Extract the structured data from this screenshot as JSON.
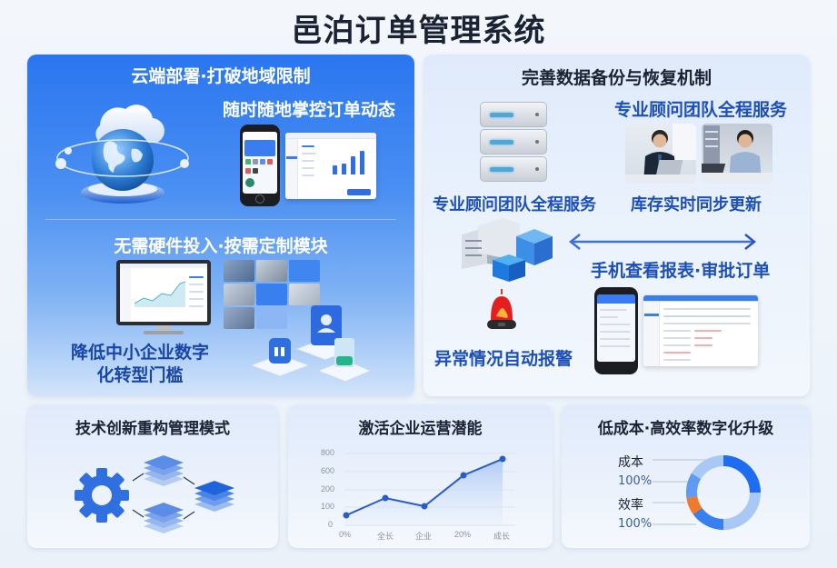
{
  "page": {
    "title": "邑泊订单管理系统"
  },
  "panel_cloud": {
    "heading": "云端部署·打破地域限制",
    "subheading": "随时随地掌控订单动态",
    "section2_heading": "无需硬件投入·按需定制模块",
    "section2_caption_line1": "降低中小企业数字",
    "section2_caption_line2": "化转型门槛",
    "illustrations": [
      "cloud-globe-icon",
      "phone-app-mockup",
      "dashboard-window-mockup",
      "desktop-monitor-mockup",
      "hardware-tiles-grid",
      "module-blocks-icon"
    ]
  },
  "panel_backup": {
    "heading": "完善数据备份与恢复机制",
    "label_team_top": "专业顾问团队全程服务",
    "label_team_left": "专业顾问团队全程服务",
    "label_inventory": "库存实时同步更新",
    "label_mobile": "手机查看报表·审批订单",
    "label_alarm": "异常情况自动报警",
    "illustrations": [
      "server-stack-icon",
      "consultant-photo-1",
      "consultant-photo-2",
      "datacenter-cubes-icon",
      "sync-arrow-icon",
      "alarm-siren-icon",
      "phone-mockup",
      "table-window-mockup"
    ]
  },
  "panel_innovation": {
    "heading": "技术创新重构管理模式",
    "illustrations": [
      "gear-icon",
      "layers-icon"
    ]
  },
  "panel_potential": {
    "heading": "激活企业运营潜能"
  },
  "panel_efficiency": {
    "heading": "低成本·高效率数字化升级",
    "legend": [
      {
        "label": "成本",
        "color": "#1a2233"
      },
      {
        "label": "100%",
        "color": "#3a5f94"
      },
      {
        "label": "效率",
        "color": "#1a2233"
      },
      {
        "label": "100%",
        "color": "#3a5f94"
      }
    ]
  },
  "colors": {
    "brand_blue": "#2a76f0",
    "dark_text": "#1a2233",
    "accent_blue_text": "#1c4fb8",
    "line_blue": "#2a5cc8",
    "donut_orange": "#f07a2a"
  },
  "chart_data": [
    {
      "type": "line",
      "title": "激活企业运营潜能",
      "categories": [
        "0%",
        "全长",
        "企业",
        "20%",
        "成长"
      ],
      "values": [
        70,
        170,
        125,
        530,
        720
      ],
      "y_tick_labels": [
        "0",
        "100",
        "200",
        "600",
        "800"
      ],
      "ylim": [
        0,
        800
      ],
      "xlabel": "",
      "ylabel": "",
      "grid": true,
      "area_fill": true,
      "line_color": "#2a5cc8"
    },
    {
      "type": "pie",
      "subtype": "donut",
      "title": "低成本·高效率数字化升级",
      "segments": [
        {
          "color": "#1e6cf0",
          "share": 25
        },
        {
          "color": "#a9c8f5",
          "share": 25
        },
        {
          "color": "#3a7ff0",
          "share": 15
        },
        {
          "color": "#f07a2a",
          "share": 8
        },
        {
          "color": "#5f9bf2",
          "share": 11
        },
        {
          "color": "#a9c8f5",
          "share": 16
        }
      ],
      "labels": [
        "成本",
        "100%",
        "效率",
        "100%"
      ]
    }
  ]
}
